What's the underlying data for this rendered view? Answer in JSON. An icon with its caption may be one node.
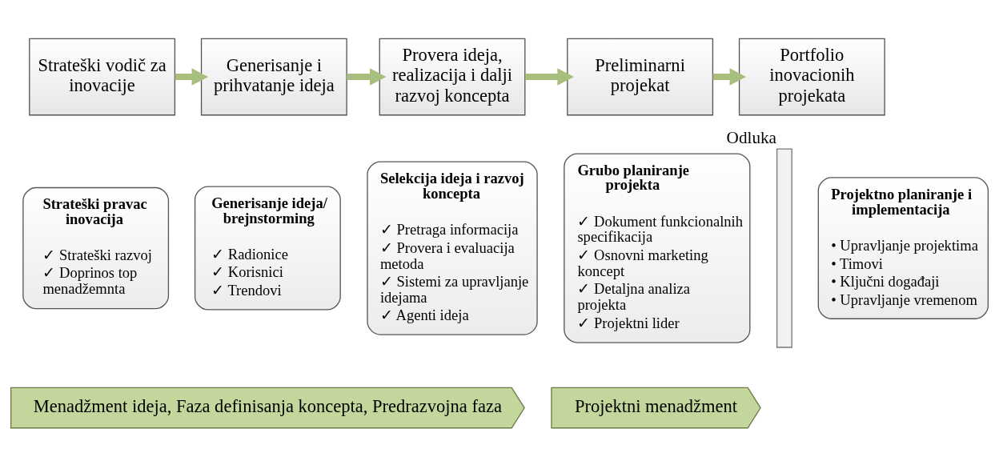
{
  "diagram": {
    "nodes": [
      {
        "text": [
          "Strateški vodič za inovacije"
        ]
      },
      {
        "text": [
          "Generisanje i prihvatanje ideja"
        ]
      },
      {
        "text": [
          "Provera ideja, realizacija i dalji razvoj koncepta"
        ]
      },
      {
        "text": [
          "Preliminarni projekat"
        ]
      },
      {
        "text": [
          "Portfolio inovacionih projekata"
        ]
      },
      {
        "text": [
          "Strateški pravac inovacija",
          "✓ Strateški razvoj",
          "✓ Doprinos top menadžemnta"
        ]
      },
      {
        "text": [
          "Generisanje ideja/ brejnstorming",
          "✓ Radionice",
          "✓ Korisnici",
          "✓ Trendovi"
        ]
      },
      {
        "text": [
          "Selekcija ideja i razvoj koncepta",
          "✓ Pretraga informacija",
          "✓ Provera i evaluacija metoda",
          "✓ Sistemi za upravljanje idejama",
          "✓ Agenti ideja"
        ]
      },
      {
        "text": [
          "Grubo planiranje projekta",
          "✓ Dokument funkcionalnih specifikacija",
          "✓ Osnovni marketing koncept",
          "✓ Detaljna analiza projekta",
          "✓ Projektni lider"
        ]
      },
      {
        "text": [
          "Projektno planiranje i implementacija",
          "• Upravljanje projektima",
          "• Timovi",
          "• Ključni događaji",
          "• Upravljanje vremenom"
        ]
      },
      {
        "text": [
          "Menadžment ideja, Faza definisanja koncepta, Predrazvojna faza"
        ]
      },
      {
        "text": [
          "Projektni menadžment"
        ]
      },
      {
        "text": [
          "Odluka"
        ]
      }
    ],
    "edges": [
      {
        "from": 0,
        "to": 1,
        "arrow": "to"
      },
      {
        "from": 1,
        "to": 2,
        "arrow": "to"
      },
      {
        "from": 2,
        "to": 3,
        "arrow": "to"
      },
      {
        "from": 3,
        "to": 4,
        "arrow": "to"
      }
    ]
  }
}
